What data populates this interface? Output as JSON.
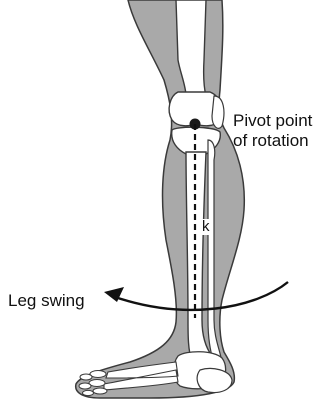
{
  "labels": {
    "pivot_line1": "Pivot point",
    "pivot_line2": "of rotation",
    "leg_swing": "Leg swing",
    "k": "k"
  },
  "colors": {
    "leg_fill": "#a9a9a9",
    "leg_outline": "#3a3a3a",
    "bone_fill": "#ffffff",
    "pivot_dot": "#1a1a1a",
    "text": "#111111"
  },
  "icons": {
    "pivot": "pivot-dot-icon",
    "swing": "curved-arrow-icon"
  }
}
